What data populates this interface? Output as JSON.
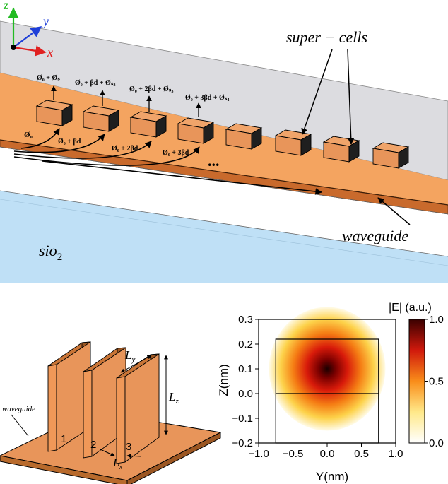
{
  "axes_gizmo": {
    "z": "z",
    "y": "y",
    "x": "x"
  },
  "top_labels": {
    "super_cells": "super − cells",
    "waveguide": "waveguide",
    "substrate": "sio",
    "substrate_sub": "2",
    "dots": "..."
  },
  "phase_labels": {
    "top": [
      "Ø₀ + Øₛ",
      "Ø₀ + βd + Øₛ₂",
      "Ø₀ + 2βd + Øₛ₃",
      "Ø₀ + 3βd + Øₛ₄"
    ],
    "bottom": [
      "Ø₀",
      "Ø₀ + βd",
      "Ø₀ + 2βd",
      "Ø₀ + 3βd"
    ]
  },
  "colors": {
    "orange_layer": "#f4a460",
    "block_top": "#e8955a",
    "block_side": "#1f1f1f",
    "gray_layer": "#dcdce0",
    "blue_substrate": "#bfe0f6",
    "waveguide_strip": "#c96a2c"
  },
  "bottom_left": {
    "waveguide_label": "waveguide",
    "plate_numbers": [
      "1",
      "2",
      "3"
    ],
    "dim_ly": "L",
    "dim_ly_sub": "y",
    "dim_lz": "L",
    "dim_lz_sub": "z",
    "dim_lx": "L",
    "dim_lx_sub": "x"
  },
  "chart_data": {
    "type": "heatmap",
    "title": "|E| (a.u.)",
    "xlabel": "Y(nm)",
    "ylabel": "Z(nm)",
    "xlim": [
      -1.0,
      1.0
    ],
    "ylim": [
      -0.2,
      0.3
    ],
    "x_ticks": [
      "−1.0",
      "−0.5",
      "0.0",
      "0.5",
      "1.0"
    ],
    "y_ticks": [
      "−0.2",
      "−0.1",
      "0.0",
      "0.1",
      "0.2",
      "0.3"
    ],
    "colorbar_ticks": [
      "1.0",
      "0.5",
      "0.0"
    ],
    "colorbar_range": [
      0.0,
      1.0
    ],
    "colormap": "hot_r",
    "peak": {
      "y": 0.0,
      "z": 0.1,
      "value": 1.0
    },
    "outline_rect": {
      "y": [
        -0.75,
        0.75
      ],
      "z": [
        -0.2,
        0.22
      ]
    },
    "interface_line_z": 0.0
  }
}
